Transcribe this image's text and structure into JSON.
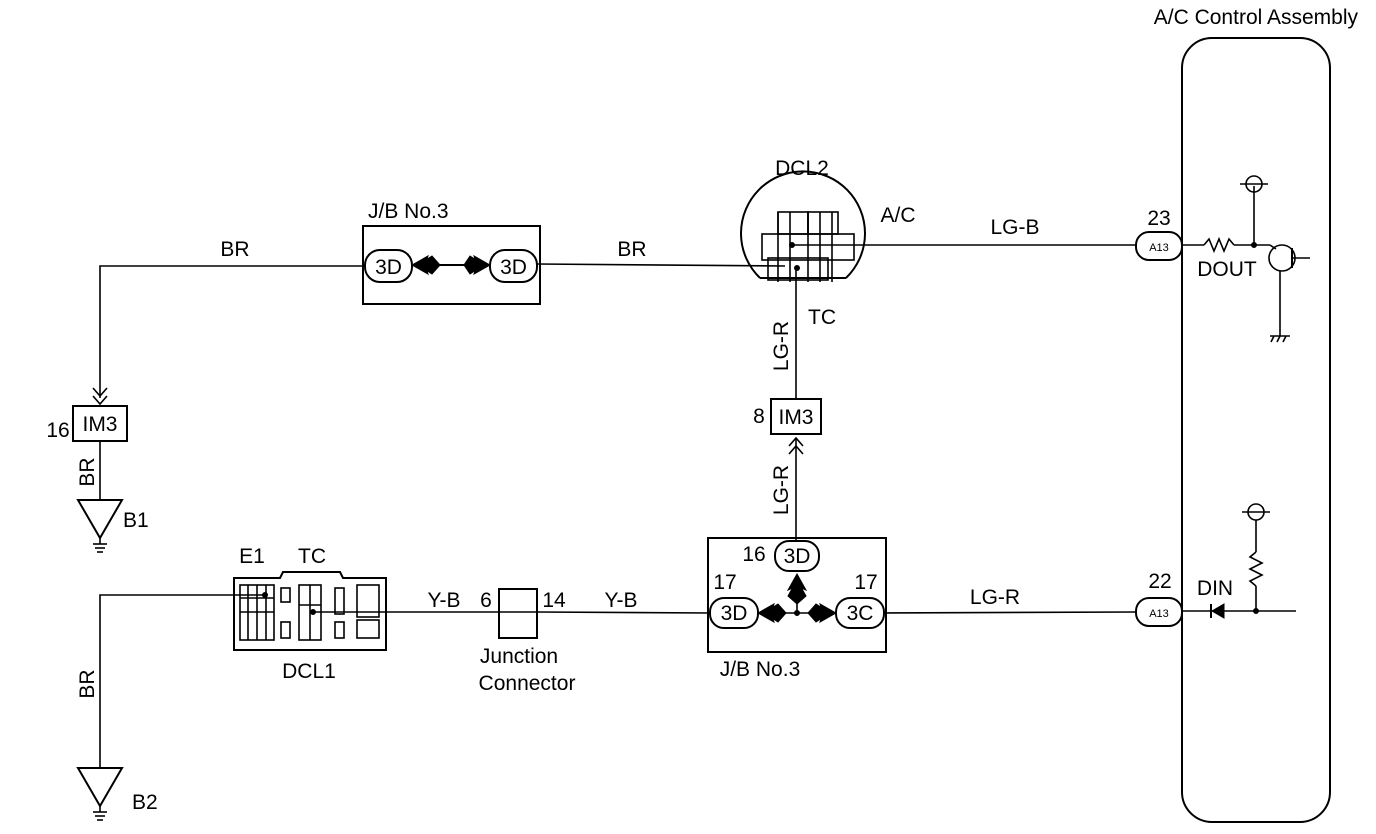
{
  "title": "A/C Control Assembly",
  "junction_blocks": {
    "top_label": "J/B No.3",
    "bottom_label": "J/B No.3",
    "top_left_pin": "3D",
    "top_right_pin": "3D",
    "bottom_top_pin": "3D",
    "bottom_top_pin_no": "16",
    "bottom_left_pin": "3D",
    "bottom_left_pin_no": "17",
    "bottom_right_pin": "3C",
    "bottom_right_pin_no": "17"
  },
  "connectors": {
    "dcl2": "DCL2",
    "dcl2_ac": "A/C",
    "dcl2_tc": "TC",
    "dcl1": "DCL1",
    "dcl1_e1": "E1",
    "dcl1_tc": "TC",
    "im3_left": "IM3",
    "im3_left_pin": "16",
    "im3_mid": "IM3",
    "im3_mid_pin": "8",
    "junction_line1": "Junction",
    "junction_line2": "Connector",
    "junction_pin_left": "6",
    "junction_pin_right": "14"
  },
  "wires": {
    "br_top_left": "BR",
    "br_top_mid": "BR",
    "lg_b": "LG-B",
    "lg_r_upper": "LG-R",
    "lg_r_lower": "LG-R",
    "br_b1": "BR",
    "br_b2": "BR",
    "y_b_left": "Y-B",
    "y_b_right": "Y-B",
    "lg_r_bottom": "LG-R"
  },
  "grounds": {
    "b1": "B1",
    "b2": "B2"
  },
  "ac_terminals": {
    "dout_pin": "23",
    "dout_conn": "A13",
    "dout_label": "DOUT",
    "din_pin": "22",
    "din_conn": "A13",
    "din_label": "DIN"
  }
}
